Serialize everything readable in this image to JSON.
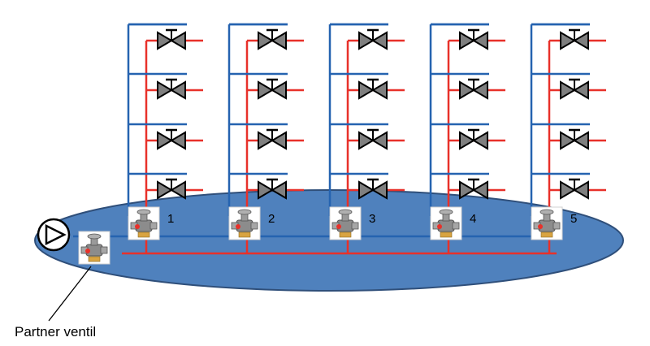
{
  "diagram": {
    "riser_labels": [
      "1",
      "2",
      "3",
      "4",
      "5"
    ],
    "radiator_valves_per_riser": 4,
    "partner_valve_label": "Partner ventil",
    "pump_icon": "pump-icon",
    "balancing_valve_icon": "balancing-valve-icon",
    "radiator_valve_icon": "radiator-valve-icon",
    "colors": {
      "supply": "#e8312a",
      "return": "#2563b0",
      "basement_fill": "#4f81bd",
      "basement_stroke": "#2f4f7a",
      "valve_body": "#7f7f7f"
    }
  }
}
